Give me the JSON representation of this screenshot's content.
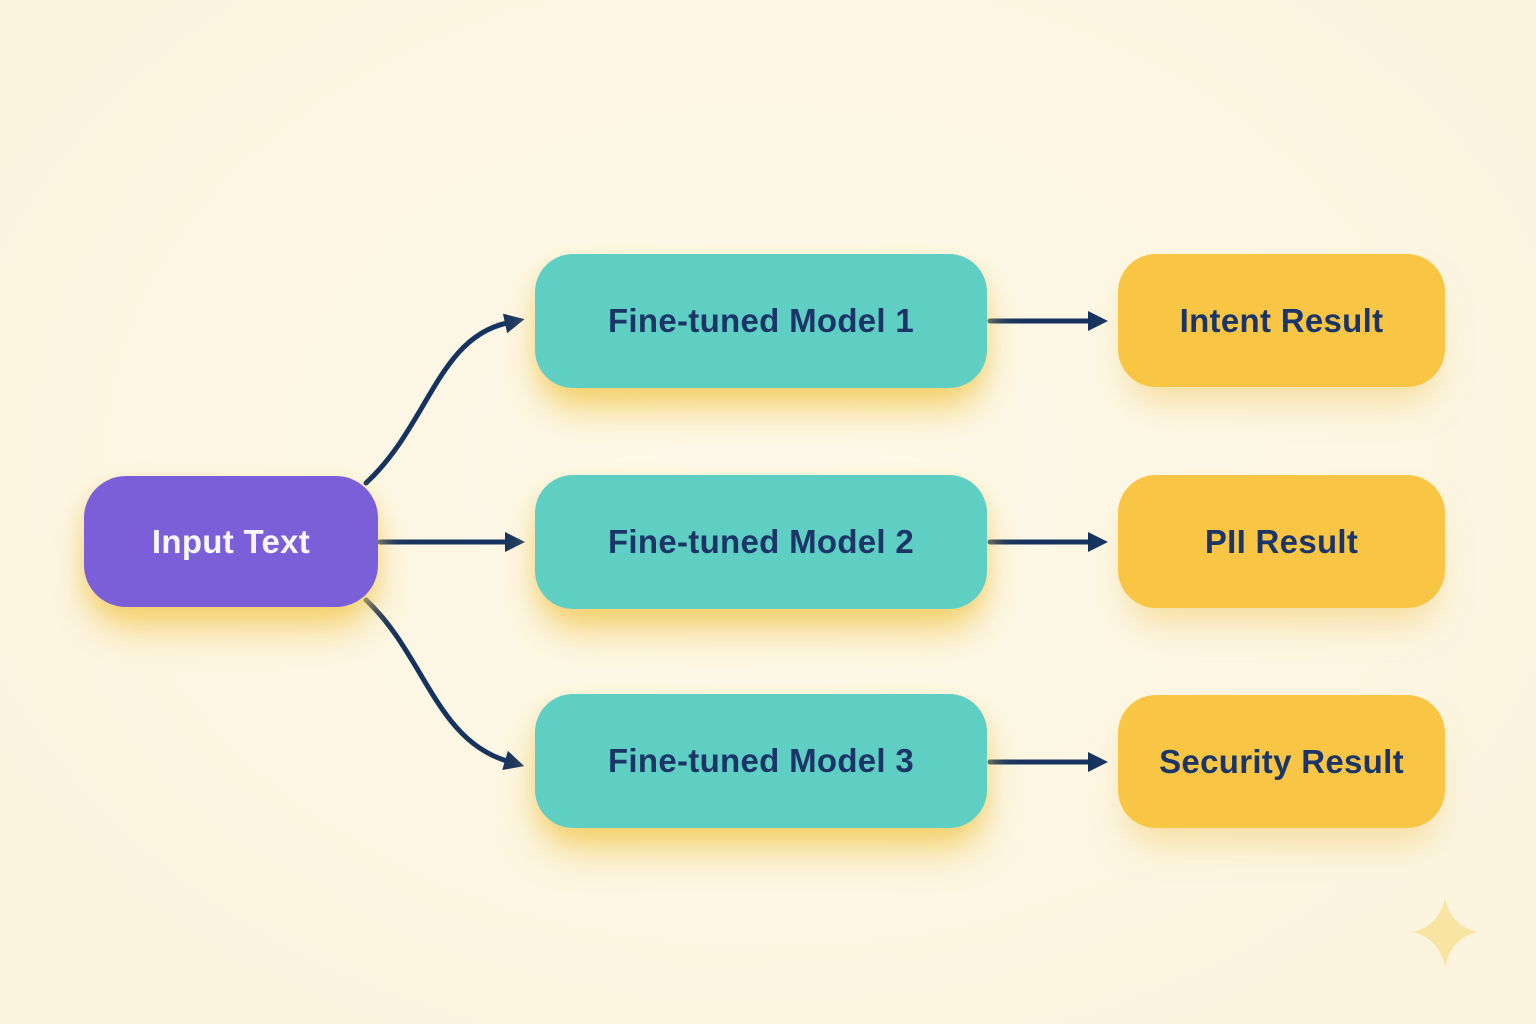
{
  "diagram": {
    "nodes": {
      "input": {
        "label": "Input Text"
      },
      "model1": {
        "label": "Fine-tuned Model 1"
      },
      "model2": {
        "label": "Fine-tuned Model 2"
      },
      "model3": {
        "label": "Fine-tuned Model 3"
      },
      "result1": {
        "label": "Intent Result"
      },
      "result2": {
        "label": "PII Result"
      },
      "result3": {
        "label": "Security Result"
      }
    },
    "edges": [
      {
        "from": "Input Text",
        "to": "Fine-tuned Model 1"
      },
      {
        "from": "Input Text",
        "to": "Fine-tuned Model 2"
      },
      {
        "from": "Input Text",
        "to": "Fine-tuned Model 3"
      },
      {
        "from": "Fine-tuned Model 1",
        "to": "Intent Result"
      },
      {
        "from": "Fine-tuned Model 2",
        "to": "PII Result"
      },
      {
        "from": "Fine-tuned Model 3",
        "to": "Security Result"
      }
    ],
    "colors": {
      "background": "#fcf6e2",
      "input_fill": "#7a5fd8",
      "input_text": "#f7f6fb",
      "model_fill": "#5fcfc4",
      "result_fill": "#f8c644",
      "node_text": "#1b3568",
      "arrow": "#16335f",
      "sparkle": "#f8e5a4"
    },
    "icons": {
      "sparkle": "four-point-star"
    }
  }
}
